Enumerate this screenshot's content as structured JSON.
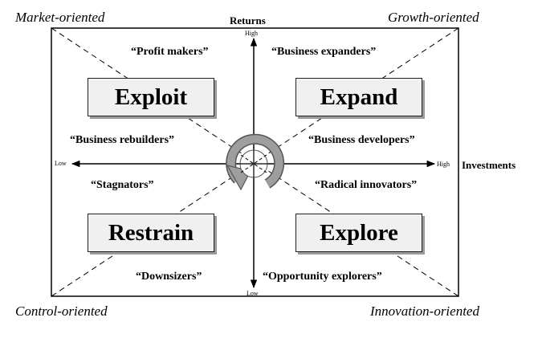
{
  "corners": {
    "top_left": "Market-oriented",
    "top_right": "Growth-oriented",
    "bottom_left": "Control-oriented",
    "bottom_right": "Innovation-oriented"
  },
  "axes": {
    "vertical": {
      "title": "Returns",
      "high": "High",
      "low": "Low"
    },
    "horizontal": {
      "title": "Investments",
      "high": "High",
      "low": "Low"
    }
  },
  "quadrants": {
    "exploit": {
      "label": "Exploit",
      "top_quote": "“Profit makers”",
      "bottom_quote": "“Business rebuilders”"
    },
    "expand": {
      "label": "Expand",
      "top_quote": "“Business expanders”",
      "bottom_quote": "“Business developers”"
    },
    "restrain": {
      "label": "Restrain",
      "top_quote": "“Stagnators”",
      "bottom_quote": "“Downsizers”"
    },
    "explore": {
      "label": "Explore",
      "top_quote": "“Radical innovators”",
      "bottom_quote": "“Opportunity explorers”"
    }
  },
  "center_icon": "circular-arrow-icon"
}
